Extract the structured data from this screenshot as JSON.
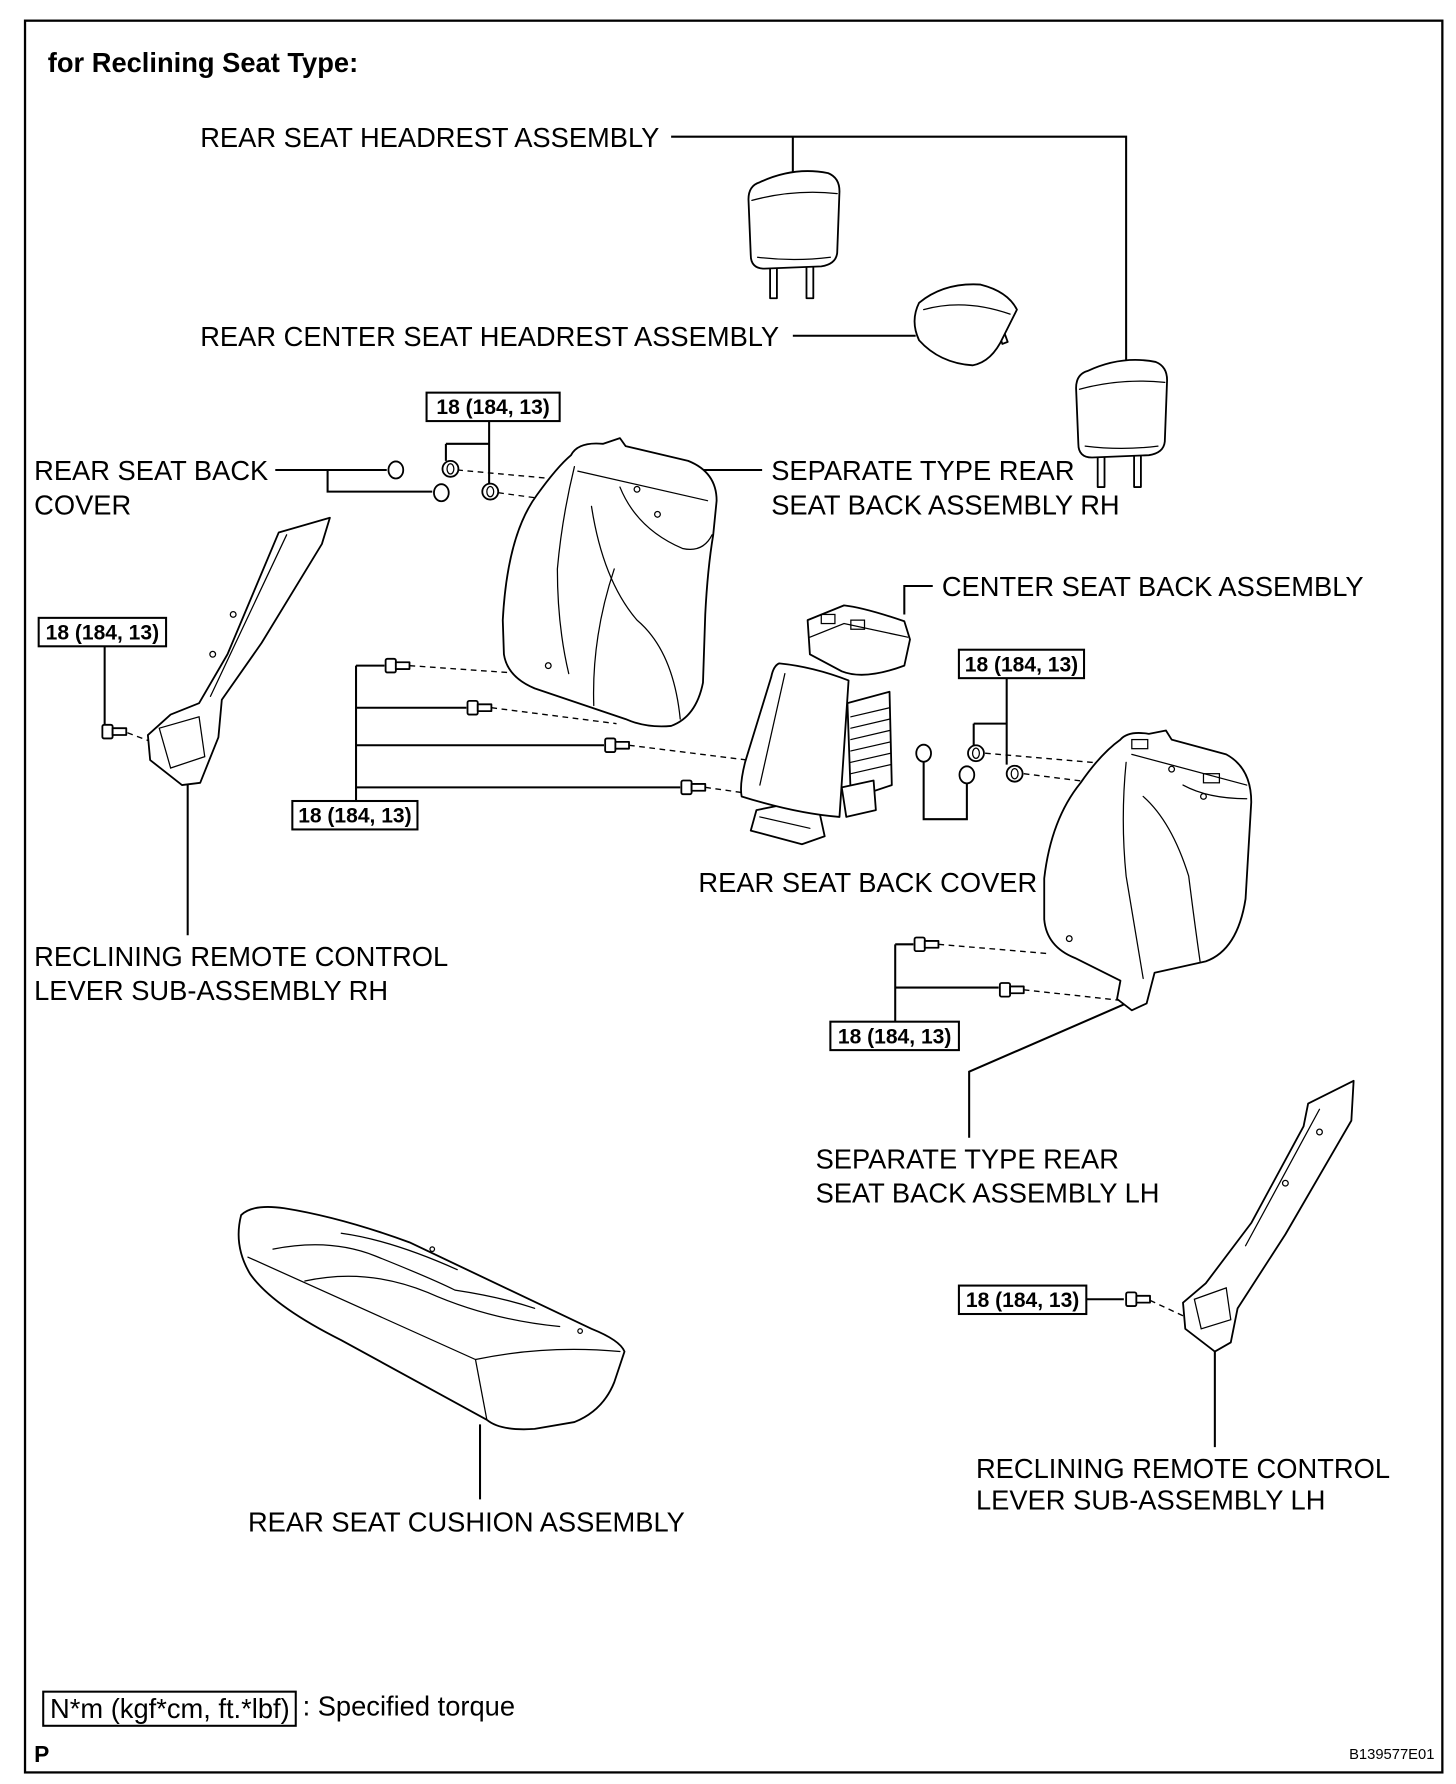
{
  "title": "for Reclining Seat Type:",
  "callouts": {
    "rear_seat_headrest": "REAR SEAT HEADREST ASSEMBLY",
    "rear_center_seat_headrest": "REAR CENTER SEAT HEADREST ASSEMBLY",
    "rear_seat_back_cover_upper": [
      "REAR SEAT BACK",
      "COVER"
    ],
    "separate_seat_back_rh": [
      "SEPARATE TYPE REAR",
      "SEAT BACK ASSEMBLY RH"
    ],
    "center_seat_back": "CENTER SEAT BACK ASSEMBLY",
    "rear_seat_back_cover_lower": "REAR SEAT BACK COVER",
    "reclining_lever_rh": [
      "RECLINING REMOTE CONTROL",
      "LEVER SUB-ASSEMBLY RH"
    ],
    "separate_seat_back_lh": [
      "SEPARATE TYPE REAR",
      "SEAT BACK ASSEMBLY LH"
    ],
    "reclining_lever_lh": [
      "RECLINING REMOTE CONTROL",
      "LEVER SUB-ASSEMBLY LH"
    ],
    "rear_seat_cushion": "REAR SEAT CUSHION ASSEMBLY"
  },
  "torque_specs": [
    "18 (184, 13)",
    "18 (184, 13)",
    "18 (184, 13)",
    "18 (184, 13)",
    "18 (184, 13)",
    "18 (184, 13)"
  ],
  "legend": {
    "torque_unit": "N*m (kgf*cm, ft.*lbf)",
    "description": ": Specified torque"
  },
  "page_marker": "P",
  "figure_id": "B139577E01",
  "colors": {
    "line": "#000000",
    "background": "#ffffff"
  }
}
